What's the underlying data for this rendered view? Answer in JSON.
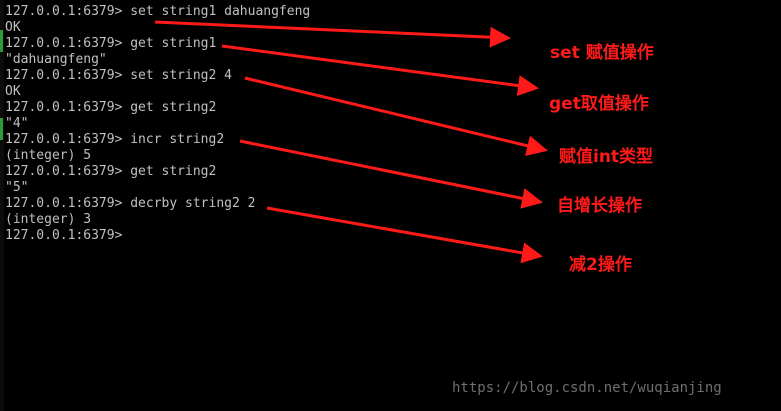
{
  "terminal": {
    "text_color": "#c0c0c0",
    "background_color": "#000000",
    "lines": [
      "127.0.0.1:6379> set string1 dahuangfeng",
      "OK",
      "127.0.0.1:6379> get string1",
      "\"dahuangfeng\"",
      "127.0.0.1:6379> set string2 4",
      "OK",
      "127.0.0.1:6379> get string2",
      "\"4\"",
      "127.0.0.1:6379> incr string2",
      "(integer) 5",
      "127.0.0.1:6379> get string2",
      "\"5\"",
      "127.0.0.1:6379> decrby string2 2",
      "(integer) 3",
      "127.0.0.1:6379>"
    ]
  },
  "annotations": {
    "color": "#ff1a1a",
    "labels": [
      "set 赋值操作",
      "get取值操作",
      "赋值int类型",
      "自增长操作",
      "减2操作"
    ]
  },
  "watermark": {
    "text": "https://blog.csdn.net/wuqianjing"
  }
}
